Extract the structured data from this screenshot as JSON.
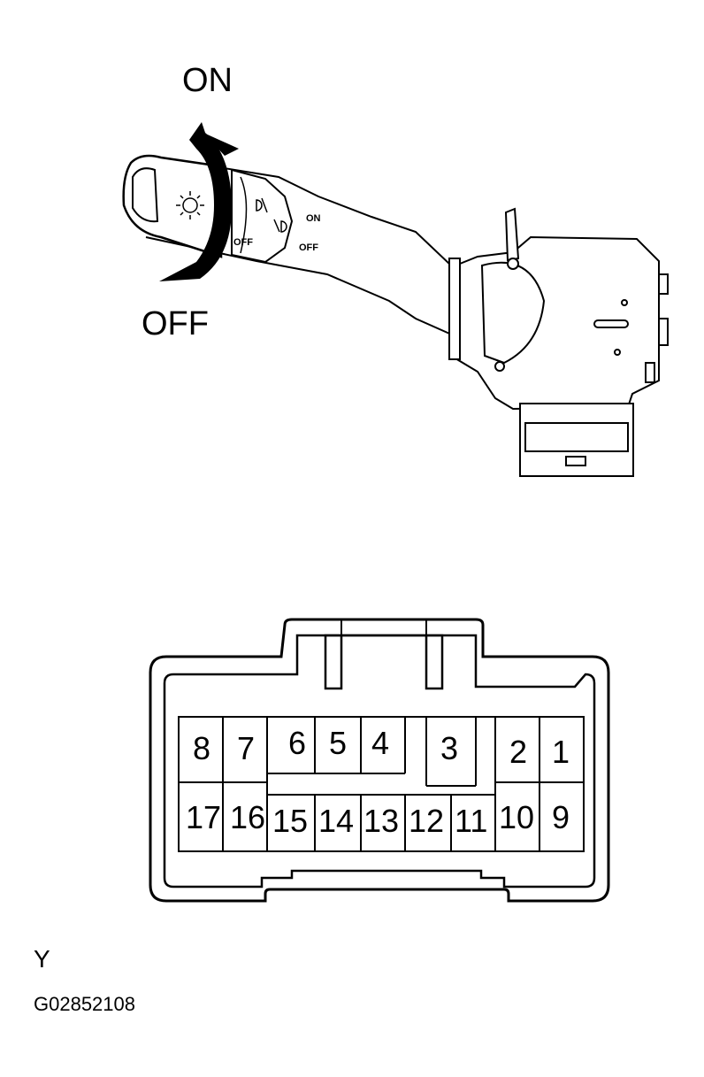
{
  "labels": {
    "on": "ON",
    "off": "OFF",
    "knob_on": "ON",
    "knob_off": "OFF",
    "knob_off2": "OFF",
    "connector_color": "Y",
    "figure_code": "G02852108"
  },
  "icons": {
    "headlight": "headlight-icon",
    "fog": "fog-light-icon",
    "rotation": "rotation-arrow-icon"
  },
  "connector": {
    "top_row": [
      "8",
      "7",
      "6",
      "5",
      "4",
      "3",
      "2",
      "1"
    ],
    "bottom_row": [
      "17",
      "16",
      "15",
      "14",
      "13",
      "12",
      "11",
      "10",
      "9"
    ]
  }
}
